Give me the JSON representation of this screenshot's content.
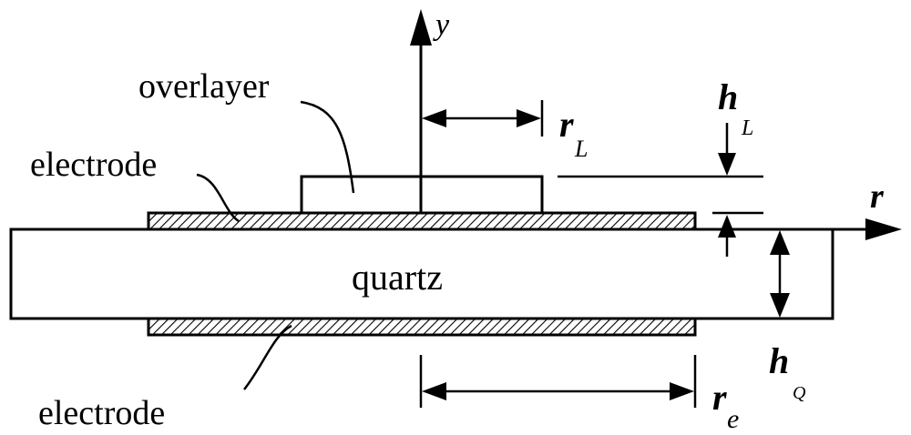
{
  "labels": {
    "overlayer": "overlayer",
    "electrode_top": "electrode",
    "electrode_bottom": "electrode",
    "quartz": "quartz"
  },
  "axes": {
    "y": "y",
    "r": "r"
  },
  "dimensions": {
    "rL_main": "r",
    "rL_sub": "L",
    "hL_main": "h",
    "hL_sub": "L",
    "hQ_main": "h",
    "hQ_sub": "Q",
    "re_main": "r",
    "re_sub": "e"
  }
}
